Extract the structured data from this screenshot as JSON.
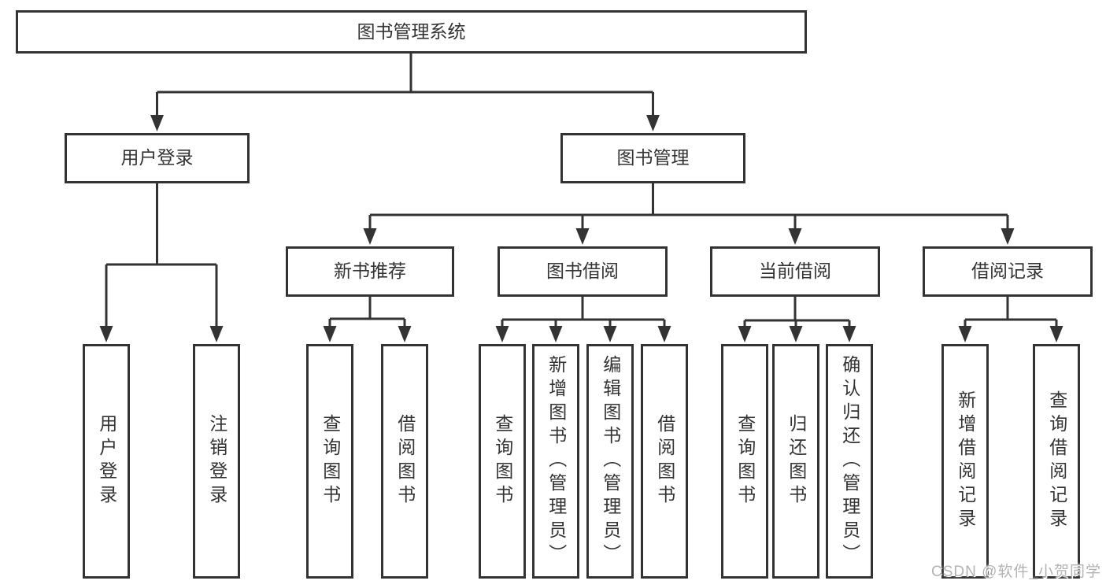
{
  "colors": {
    "ink": "#333333",
    "box_fill": "#ffffff",
    "background": "#ffffff",
    "watermark": "#b3b3b3"
  },
  "tree": {
    "label": "图书管理系统",
    "children": [
      {
        "label": "用户登录",
        "children": [
          {
            "label": "用户登录"
          },
          {
            "label": "注销登录"
          }
        ]
      },
      {
        "label": "图书管理",
        "children": [
          {
            "label": "新书推荐",
            "children": [
              {
                "label": "查询图书"
              },
              {
                "label": "借阅图书"
              }
            ]
          },
          {
            "label": "图书借阅",
            "children": [
              {
                "label": "查询图书"
              },
              {
                "label": "新增图书（管理员）"
              },
              {
                "label": "编辑图书（管理员）"
              },
              {
                "label": "借阅图书"
              }
            ]
          },
          {
            "label": "当前借阅",
            "children": [
              {
                "label": "查询图书"
              },
              {
                "label": "归还图书"
              },
              {
                "label": "确认归还（管理员）"
              }
            ]
          },
          {
            "label": "借阅记录",
            "children": [
              {
                "label": "新增借阅记录"
              },
              {
                "label": "查询借阅记录"
              }
            ]
          }
        ]
      }
    ]
  },
  "watermark": {
    "text": "CSDN @软件_小贺同学"
  }
}
